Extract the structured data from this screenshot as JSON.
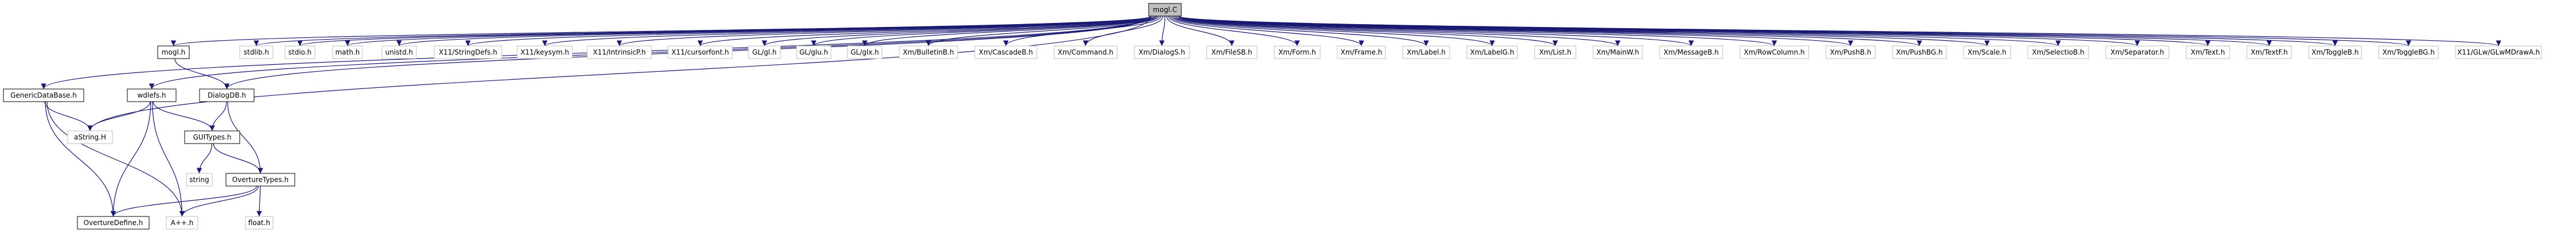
{
  "root": "mogl.C",
  "colors": {
    "edge": "#191970",
    "edge_fill": "#191970",
    "root_fill": "#bfbfbf",
    "box_stroke": "#000000",
    "ghost_stroke": "#bfbfbf",
    "background": "#ffffff"
  },
  "nodes": [
    {
      "id": "mogl_c",
      "label": "mogl.C",
      "style": "root"
    },
    {
      "id": "generic_db",
      "label": "GenericDataBase.h",
      "style": "box"
    },
    {
      "id": "mogl_h",
      "label": "mogl.h",
      "style": "box"
    },
    {
      "id": "dialog_db",
      "label": "DialogDB.h",
      "style": "box"
    },
    {
      "id": "wdlefs",
      "label": "wdlefs.h",
      "style": "box"
    },
    {
      "id": "gui_types",
      "label": "GUITypes.h",
      "style": "box"
    },
    {
      "id": "overture_types",
      "label": "OvertureTypes.h",
      "style": "box"
    },
    {
      "id": "overture_define",
      "label": "OvertureDefine.h",
      "style": "box"
    },
    {
      "id": "astring",
      "label": "aString.H",
      "style": "ghost"
    },
    {
      "id": "string",
      "label": "string",
      "style": "ghost"
    },
    {
      "id": "app",
      "label": "A++.h",
      "style": "ghost"
    },
    {
      "id": "float",
      "label": "float.h",
      "style": "ghost"
    },
    {
      "id": "stdlib",
      "label": "stdlib.h",
      "style": "ghost"
    },
    {
      "id": "stdio",
      "label": "stdio.h",
      "style": "ghost"
    },
    {
      "id": "math",
      "label": "math.h",
      "style": "ghost"
    },
    {
      "id": "unistd",
      "label": "unistd.h",
      "style": "ghost"
    },
    {
      "id": "x11_stringdefs",
      "label": "X11/StringDefs.h",
      "style": "ghost"
    },
    {
      "id": "x11_keysym",
      "label": "X11/keysym.h",
      "style": "ghost"
    },
    {
      "id": "x11_intrinsicp",
      "label": "X11/IntrinsicP.h",
      "style": "ghost"
    },
    {
      "id": "x11_cursorfont",
      "label": "X11/cursorfont.h",
      "style": "ghost"
    },
    {
      "id": "gl_gl",
      "label": "GL/gl.h",
      "style": "ghost"
    },
    {
      "id": "gl_glu",
      "label": "GL/glu.h",
      "style": "ghost"
    },
    {
      "id": "gl_glx",
      "label": "GL/glx.h",
      "style": "ghost"
    },
    {
      "id": "xm_bulletinb",
      "label": "Xm/BulletinB.h",
      "style": "ghost"
    },
    {
      "id": "xm_cascadeb",
      "label": "Xm/CascadeB.h",
      "style": "ghost"
    },
    {
      "id": "xm_command",
      "label": "Xm/Command.h",
      "style": "ghost"
    },
    {
      "id": "xm_dialogs",
      "label": "Xm/DialogS.h",
      "style": "ghost"
    },
    {
      "id": "xm_filesb",
      "label": "Xm/FileSB.h",
      "style": "ghost"
    },
    {
      "id": "xm_form",
      "label": "Xm/Form.h",
      "style": "ghost"
    },
    {
      "id": "xm_frame",
      "label": "Xm/Frame.h",
      "style": "ghost"
    },
    {
      "id": "xm_label",
      "label": "Xm/Label.h",
      "style": "ghost"
    },
    {
      "id": "xm_labelg",
      "label": "Xm/LabelG.h",
      "style": "ghost"
    },
    {
      "id": "xm_list",
      "label": "Xm/List.h",
      "style": "ghost"
    },
    {
      "id": "xm_mainw",
      "label": "Xm/MainW.h",
      "style": "ghost"
    },
    {
      "id": "xm_messageb",
      "label": "Xm/MessageB.h",
      "style": "ghost"
    },
    {
      "id": "xm_rowcolumn",
      "label": "Xm/RowColumn.h",
      "style": "ghost"
    },
    {
      "id": "xm_pushb",
      "label": "Xm/PushB.h",
      "style": "ghost"
    },
    {
      "id": "xm_pushbg",
      "label": "Xm/PushBG.h",
      "style": "ghost"
    },
    {
      "id": "xm_scale",
      "label": "Xm/Scale.h",
      "style": "ghost"
    },
    {
      "id": "xm_selectiob",
      "label": "Xm/SelectioB.h",
      "style": "ghost"
    },
    {
      "id": "xm_separator",
      "label": "Xm/Separator.h",
      "style": "ghost"
    },
    {
      "id": "xm_text",
      "label": "Xm/Text.h",
      "style": "ghost"
    },
    {
      "id": "xm_textf",
      "label": "Xm/TextF.h",
      "style": "ghost"
    },
    {
      "id": "xm_toggleb",
      "label": "Xm/ToggleB.h",
      "style": "ghost"
    },
    {
      "id": "xm_togglebg",
      "label": "Xm/ToggleBG.h",
      "style": "ghost"
    },
    {
      "id": "x11_glwmdrawa",
      "label": "X11/GLw/GLwMDrawA.h",
      "style": "ghost"
    }
  ],
  "edges": [
    [
      "mogl_c",
      "generic_db"
    ],
    [
      "mogl_c",
      "mogl_h"
    ],
    [
      "mogl_c",
      "dialog_db"
    ],
    [
      "mogl_c",
      "wdlefs"
    ],
    [
      "mogl_c",
      "astring"
    ],
    [
      "mogl_c",
      "stdlib"
    ],
    [
      "mogl_c",
      "stdio"
    ],
    [
      "mogl_c",
      "math"
    ],
    [
      "mogl_c",
      "unistd"
    ],
    [
      "mogl_c",
      "x11_stringdefs"
    ],
    [
      "mogl_c",
      "x11_keysym"
    ],
    [
      "mogl_c",
      "x11_intrinsicp"
    ],
    [
      "mogl_c",
      "x11_cursorfont"
    ],
    [
      "mogl_c",
      "gl_gl"
    ],
    [
      "mogl_c",
      "gl_glu"
    ],
    [
      "mogl_c",
      "gl_glx"
    ],
    [
      "mogl_c",
      "xm_bulletinb"
    ],
    [
      "mogl_c",
      "xm_cascadeb"
    ],
    [
      "mogl_c",
      "xm_command"
    ],
    [
      "mogl_c",
      "xm_dialogs"
    ],
    [
      "mogl_c",
      "xm_filesb"
    ],
    [
      "mogl_c",
      "xm_form"
    ],
    [
      "mogl_c",
      "xm_frame"
    ],
    [
      "mogl_c",
      "xm_label"
    ],
    [
      "mogl_c",
      "xm_labelg"
    ],
    [
      "mogl_c",
      "xm_list"
    ],
    [
      "mogl_c",
      "xm_mainw"
    ],
    [
      "mogl_c",
      "xm_messageb"
    ],
    [
      "mogl_c",
      "xm_rowcolumn"
    ],
    [
      "mogl_c",
      "xm_pushb"
    ],
    [
      "mogl_c",
      "xm_pushbg"
    ],
    [
      "mogl_c",
      "xm_scale"
    ],
    [
      "mogl_c",
      "xm_selectiob"
    ],
    [
      "mogl_c",
      "xm_separator"
    ],
    [
      "mogl_c",
      "xm_text"
    ],
    [
      "mogl_c",
      "xm_textf"
    ],
    [
      "mogl_c",
      "xm_toggleb"
    ],
    [
      "mogl_c",
      "xm_togglebg"
    ],
    [
      "mogl_c",
      "x11_glwmdrawa"
    ],
    [
      "generic_db",
      "astring"
    ],
    [
      "generic_db",
      "overture_define"
    ],
    [
      "generic_db",
      "app"
    ],
    [
      "mogl_h",
      "dialog_db"
    ],
    [
      "dialog_db",
      "gui_types"
    ],
    [
      "dialog_db",
      "overture_types"
    ],
    [
      "wdlefs",
      "astring"
    ],
    [
      "wdlefs",
      "gui_types"
    ],
    [
      "wdlefs",
      "overture_define"
    ],
    [
      "wdlefs",
      "app"
    ],
    [
      "gui_types",
      "string"
    ],
    [
      "gui_types",
      "overture_types"
    ],
    [
      "overture_types",
      "overture_define"
    ],
    [
      "overture_types",
      "app"
    ],
    [
      "overture_types",
      "float"
    ]
  ]
}
